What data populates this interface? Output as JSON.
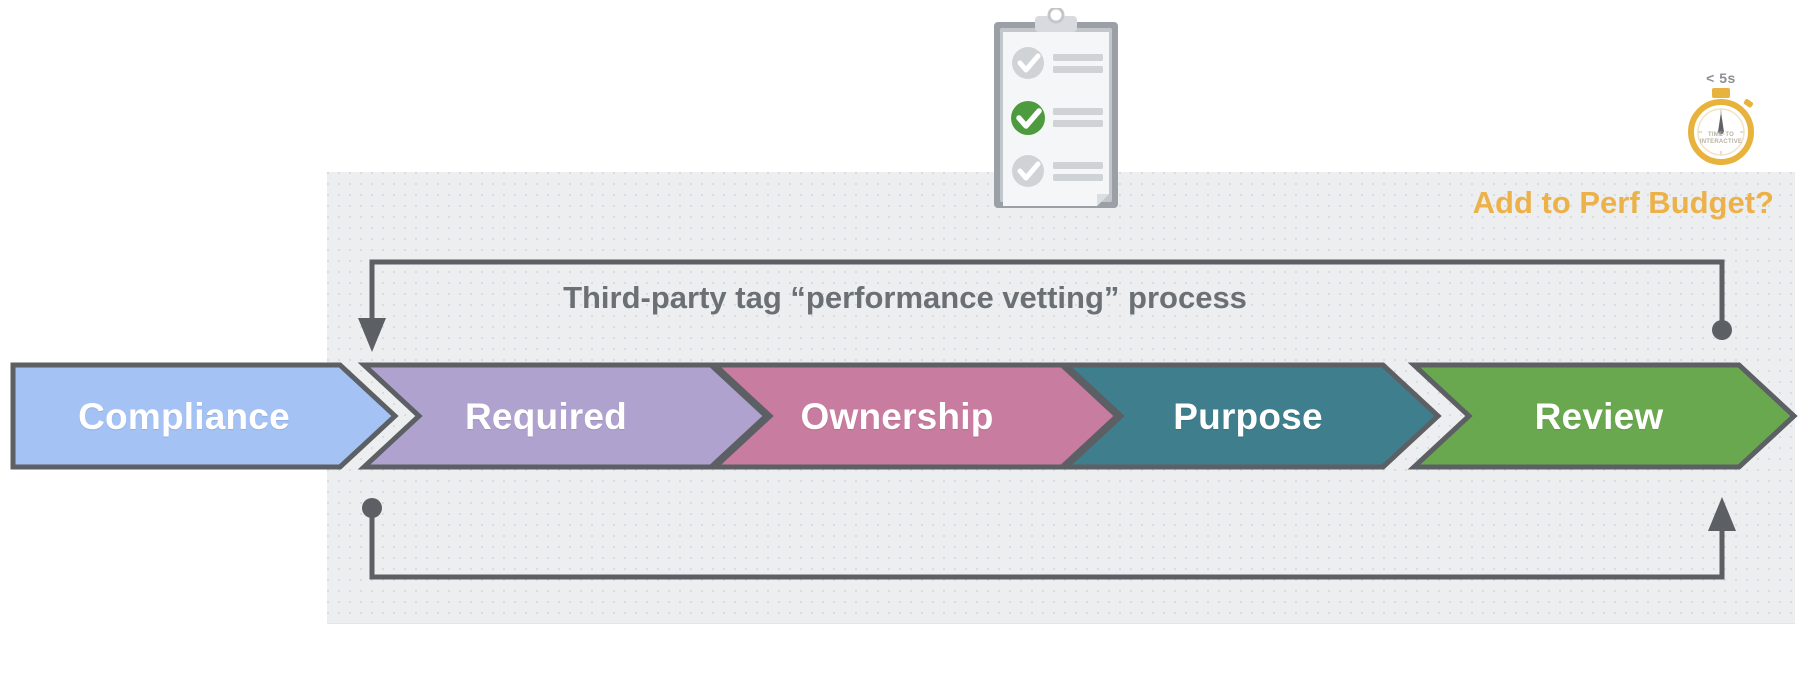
{
  "panel": {
    "title": "Third-party tag “performance vetting” process",
    "perf_budget_label": "Add to Perf Budget?"
  },
  "stages": [
    {
      "label": "Compliance",
      "color": "#a4c2f4",
      "name": "stage-compliance"
    },
    {
      "label": "Required",
      "color": "#b0a2ce",
      "name": "stage-required"
    },
    {
      "label": "Ownership",
      "color": "#c87ca0",
      "name": "stage-ownership"
    },
    {
      "label": "Purpose",
      "color": "#3f7e8c",
      "name": "stage-purpose"
    },
    {
      "label": "Review",
      "color": "#6aa84f",
      "name": "stage-review"
    }
  ],
  "loops": {
    "top": {
      "from": "review",
      "to": "compliance",
      "start_marker": "dot",
      "end_marker": "arrow"
    },
    "bottom": {
      "from": "compliance",
      "to": "review",
      "start_marker": "dot",
      "end_marker": "arrow"
    }
  },
  "icons": {
    "clipboard": {
      "name": "clipboard-checklist-icon",
      "checks": [
        "gray",
        "green",
        "gray"
      ]
    },
    "stopwatch": {
      "name": "stopwatch-icon",
      "top_label": "< 5s",
      "inner_line1": "TIME-TO",
      "inner_line2": "INTERACTIVE",
      "color": "#e8b33c"
    }
  },
  "colors": {
    "panel_bg": "#eceef0",
    "stroke": "#5c5f63",
    "title_text": "#6b7075",
    "accent_amber": "#edb14a",
    "label_text": "#ffffff"
  }
}
